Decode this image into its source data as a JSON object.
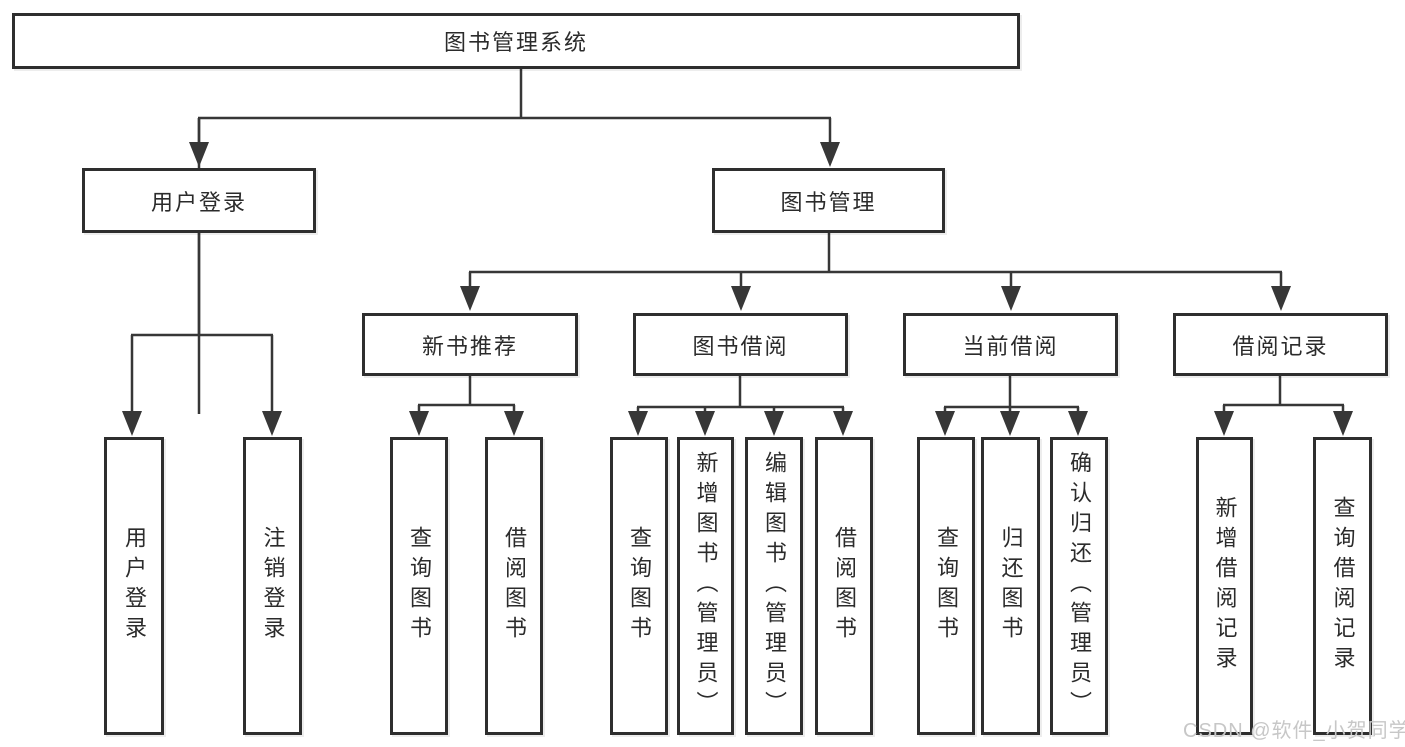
{
  "nodes": {
    "root": "图书管理系统",
    "user_login": "用户登录",
    "book_mgmt": "图书管理",
    "new_book_rec": "新书推荐",
    "book_borrow": "图书借阅",
    "current_borrow": "当前借阅",
    "borrow_record": "借阅记录",
    "ul_login": "用户登录",
    "ul_logout": "注销登录",
    "nb_query": "查询图书",
    "nb_borrow": "借阅图书",
    "bb_query": "查询图书",
    "bb_add": "新增图书（管理员）",
    "bb_edit": "编辑图书（管理员）",
    "bb_borrow": "借阅图书",
    "cb_query": "查询图书",
    "cb_return": "归还图书",
    "cb_confirm": "确认归还（管理员）",
    "br_add": "新增借阅记录",
    "br_query": "查询借阅记录"
  },
  "watermark": "CSDN @软件_小贺同学",
  "colors": {
    "line": "#373737",
    "box_border": "#2e2e2e",
    "box_fill": "#ffffff",
    "text": "#2b2b2b",
    "watermark_text": "#c7c7c7",
    "background": "#ffffff"
  }
}
